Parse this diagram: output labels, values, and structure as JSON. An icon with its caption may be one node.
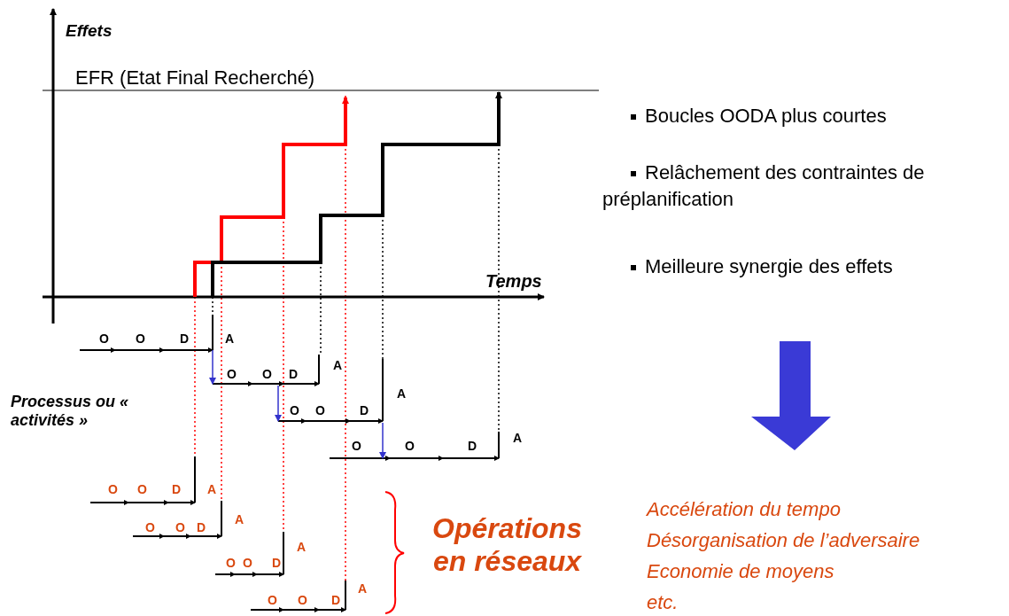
{
  "diagram": {
    "labels": [
      "Effets",
      "EFR (Etat Final Recherché)",
      "Temps",
      "Boucles OODA plus courtes",
      "Relâchement des contraintes de préplanification",
      "Meilleure synergie des effets",
      "Processus ou « activités »",
      "O",
      "O",
      "D",
      "A",
      "O",
      "O",
      "D",
      "A",
      "O",
      "O",
      "D",
      "A",
      "O",
      "O",
      "D",
      "A",
      "O",
      "O",
      "D",
      "A",
      "O",
      "O",
      "D",
      "A",
      "O",
      "O",
      "D",
      "A",
      "O",
      "O",
      "D",
      "A",
      "Opérations en réseaux",
      "Accélération du tempo",
      "Désorganisation de l’adversaire",
      "Economie de moyens",
      "etc."
    ]
  }
}
